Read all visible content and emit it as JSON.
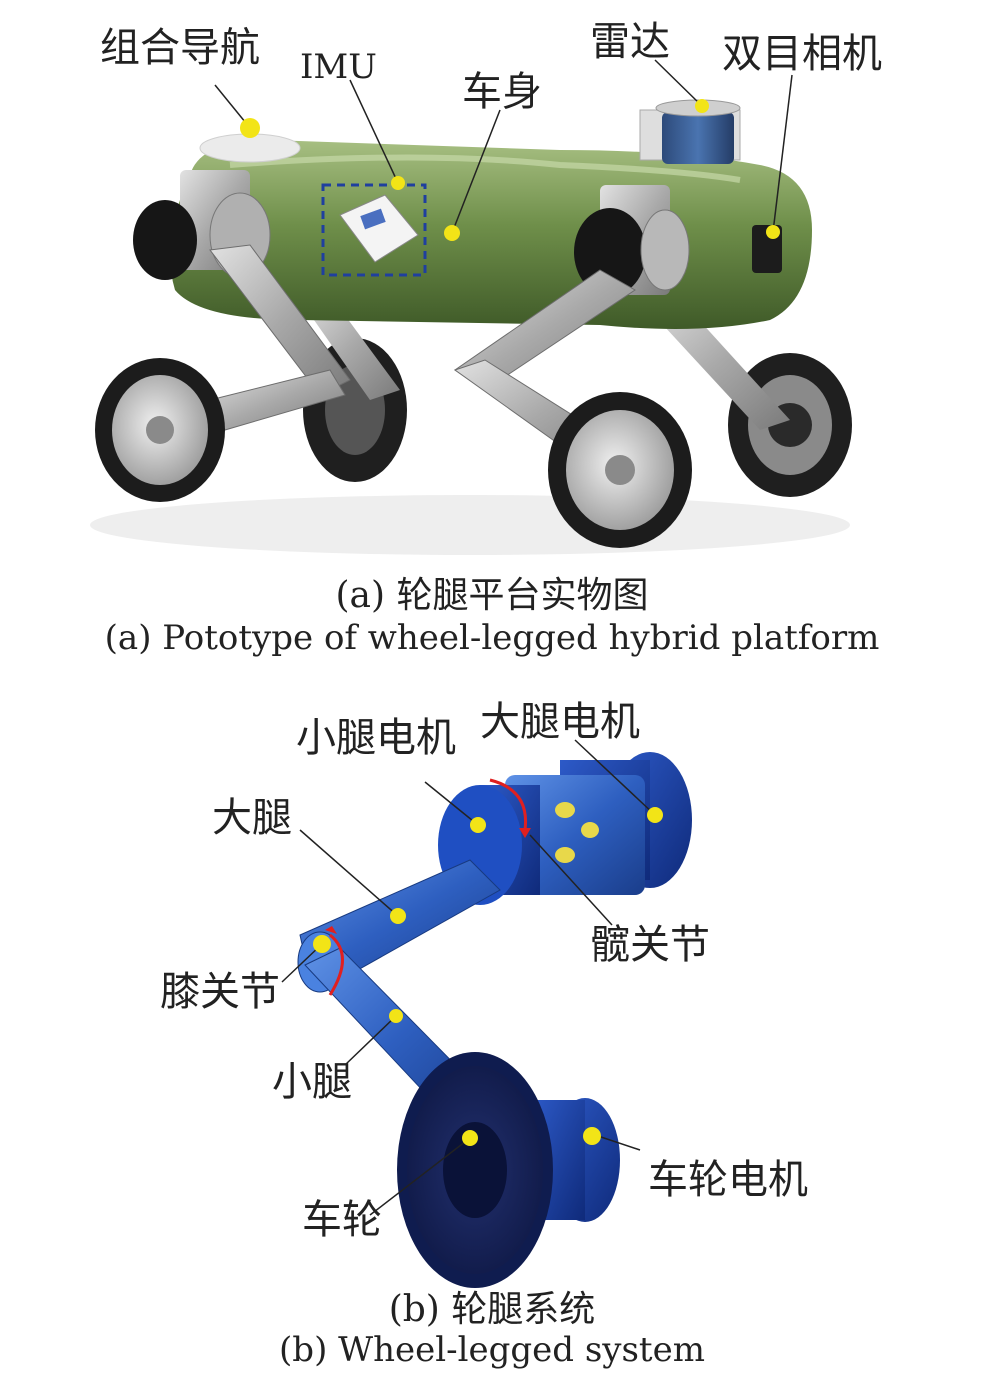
{
  "panel_a": {
    "labels": {
      "nav": "组合导航",
      "imu": "IMU",
      "body": "车身",
      "lidar": "雷达",
      "camera": "双目相机"
    },
    "caption_cn": "(a) 轮腿平台实物图",
    "caption_en": "(a) Pototype of wheel-legged hybrid platform"
  },
  "panel_b": {
    "labels": {
      "shank_motor": "小腿电机",
      "thigh_motor": "大腿电机",
      "thigh": "大腿",
      "hip_joint": "髋关节",
      "knee_joint": "膝关节",
      "shank": "小腿",
      "wheel_motor": "车轮电机",
      "wheel": "车轮"
    },
    "caption_cn": "(b) 轮腿系统",
    "caption_en": "(b) Wheel-legged system"
  },
  "colors": {
    "body_green": "#6f8f4a",
    "leg_metal": "#b8b8b8",
    "marker_yellow": "#f2e417",
    "part_blue": "#2e5fc0",
    "wheel_navy": "#1a2a6a",
    "arrow_red": "#e02020"
  }
}
